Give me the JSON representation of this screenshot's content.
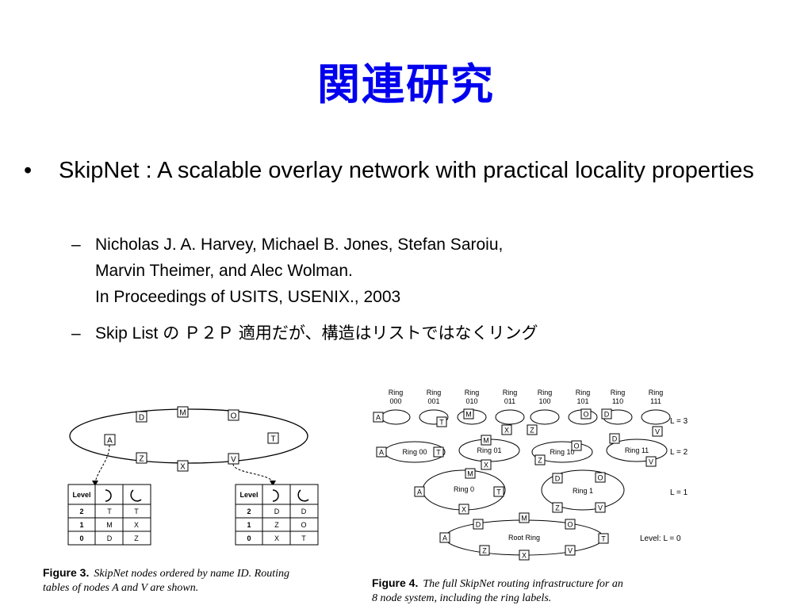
{
  "slide": {
    "title": "関連研究",
    "bullet": {
      "marker": "•",
      "text": "SkipNet : A scalable overlay network with practical locality properties"
    },
    "subbullets": [
      {
        "marker": "–",
        "lines": [
          "Nicholas J. A. Harvey, Michael B. Jones, Stefan Saroiu,",
          "Marvin Theimer, and Alec Wolman.",
          "In Proceedings of USITS, USENIX., 2003"
        ]
      },
      {
        "marker": "–",
        "lines": [
          "Skip List の Ｐ２Ｐ 適用だが、構造はリストではなくリング"
        ]
      }
    ]
  },
  "figure3": {
    "caption_label": "Figure 3.",
    "caption_line1": "SkipNet nodes ordered by name ID. Routing",
    "caption_line2": "tables of nodes A and V are shown.",
    "ring_nodes": [
      "D",
      "M",
      "O",
      "A",
      "T",
      "Z",
      "X",
      "V"
    ],
    "table_A": {
      "header": [
        "Level",
        "",
        ""
      ],
      "rows": [
        [
          "2",
          "T",
          "T"
        ],
        [
          "1",
          "M",
          "X"
        ],
        [
          "0",
          "D",
          "Z"
        ]
      ]
    },
    "table_V": {
      "header": [
        "Level",
        "",
        ""
      ],
      "rows": [
        [
          "2",
          "D",
          "D"
        ],
        [
          "1",
          "Z",
          "O"
        ],
        [
          "0",
          "X",
          "T"
        ]
      ]
    }
  },
  "figure4": {
    "caption_label": "Figure 4.",
    "caption_line1": "The full SkipNet routing infrastructure for an",
    "caption_line2": "8 node system, including the ring labels.",
    "ring_headers": [
      [
        "Ring",
        "000"
      ],
      [
        "Ring",
        "001"
      ],
      [
        "Ring",
        "010"
      ],
      [
        "Ring",
        "011"
      ],
      [
        "Ring",
        "100"
      ],
      [
        "Ring",
        "101"
      ],
      [
        "Ring",
        "110"
      ],
      [
        "Ring",
        "111"
      ]
    ],
    "level_labels": [
      "L = 3",
      "L = 2",
      "L = 1",
      "Level:  L = 0"
    ],
    "ring_labels": [
      "Ring 00",
      "Ring 01",
      "Ring 10",
      "Ring 11",
      "Ring 0",
      "Ring 1",
      "Root Ring"
    ]
  }
}
